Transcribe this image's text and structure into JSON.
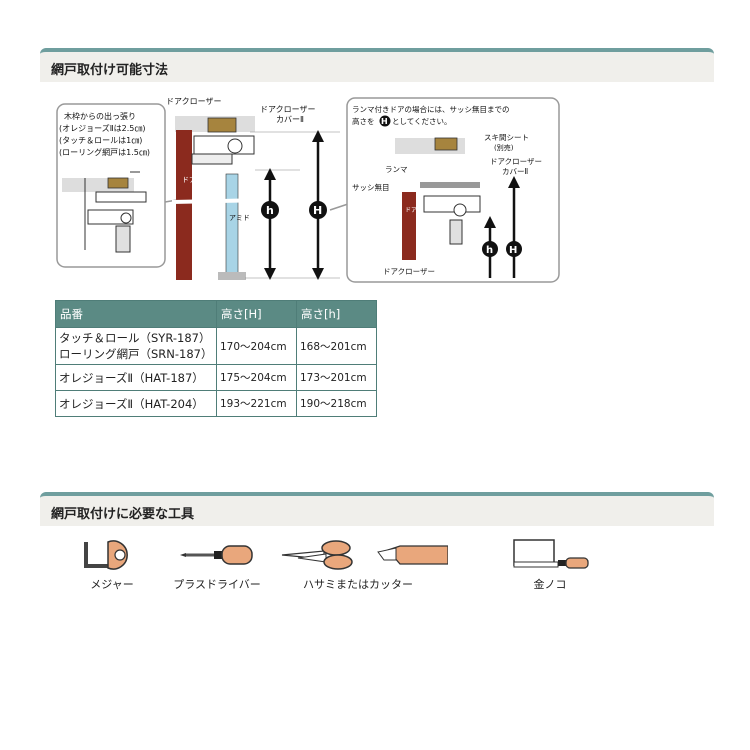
{
  "section1": {
    "title": "網戸取付け可能寸法"
  },
  "section2": {
    "title": "網戸取付けに必要な工具"
  },
  "diagram_left": {
    "callout_line1": "木枠からの出っ張り",
    "callout_line2": "(オレジョーズⅡは2.5㎝)",
    "callout_line3": "(タッチ＆ロールは1㎝)",
    "callout_line4": "(ローリング網戸は1.5㎝)",
    "door_closer": "ドアクローザー",
    "door_closer_cover_1": "ドアクローザー",
    "door_closer_cover_2": "カバーⅡ",
    "door_label": "ドア",
    "mesh_label": "アミド",
    "h_mark": "h",
    "H_mark": "H"
  },
  "diagram_right": {
    "note_line1": "ランマ付きドアの場合には、サッシ無目までの",
    "note_line2": "高さを",
    "note_mark": "H",
    "note_line2b": "としてください。",
    "gap_sheet_1": "スキ間シート",
    "gap_sheet_2": "(別売)",
    "transom": "ランマ",
    "cover_1": "ドアクローザー",
    "cover_2": "カバーⅡ",
    "sash": "サッシ無目",
    "door_label": "ドア",
    "door_closer": "ドアクローザー",
    "h_mark": "h",
    "H_mark": "H"
  },
  "table": {
    "headers": [
      "品番",
      "高さ[H]",
      "高さ[h]"
    ],
    "rows": [
      {
        "name_line1": "タッチ＆ロール（SYR-187）",
        "name_line2": "ローリング網戸（SRN-187）",
        "H": "170〜204cm",
        "h": "168〜201cm"
      },
      {
        "name_line1": "オレジョーズⅡ（HAT-187）",
        "H": "175〜204cm",
        "h": "173〜201cm"
      },
      {
        "name_line1": "オレジョーズⅡ（HAT-204）",
        "H": "193〜221cm",
        "h": "190〜218cm"
      }
    ]
  },
  "tools": [
    {
      "label": "メジャー",
      "icon": "tape-measure-icon"
    },
    {
      "label": "プラスドライバー",
      "icon": "screwdriver-icon"
    },
    {
      "label": "ハサミまたはカッター",
      "icon": "scissors-cutter-icon"
    },
    {
      "label": "金ノコ",
      "icon": "hacksaw-icon"
    }
  ],
  "colors": {
    "header_accent": "#6f9e9e",
    "table_header": "#5b8a84",
    "door": "#8b2a1e",
    "wood": "#a6843e",
    "mesh": "#a8d4e6"
  }
}
